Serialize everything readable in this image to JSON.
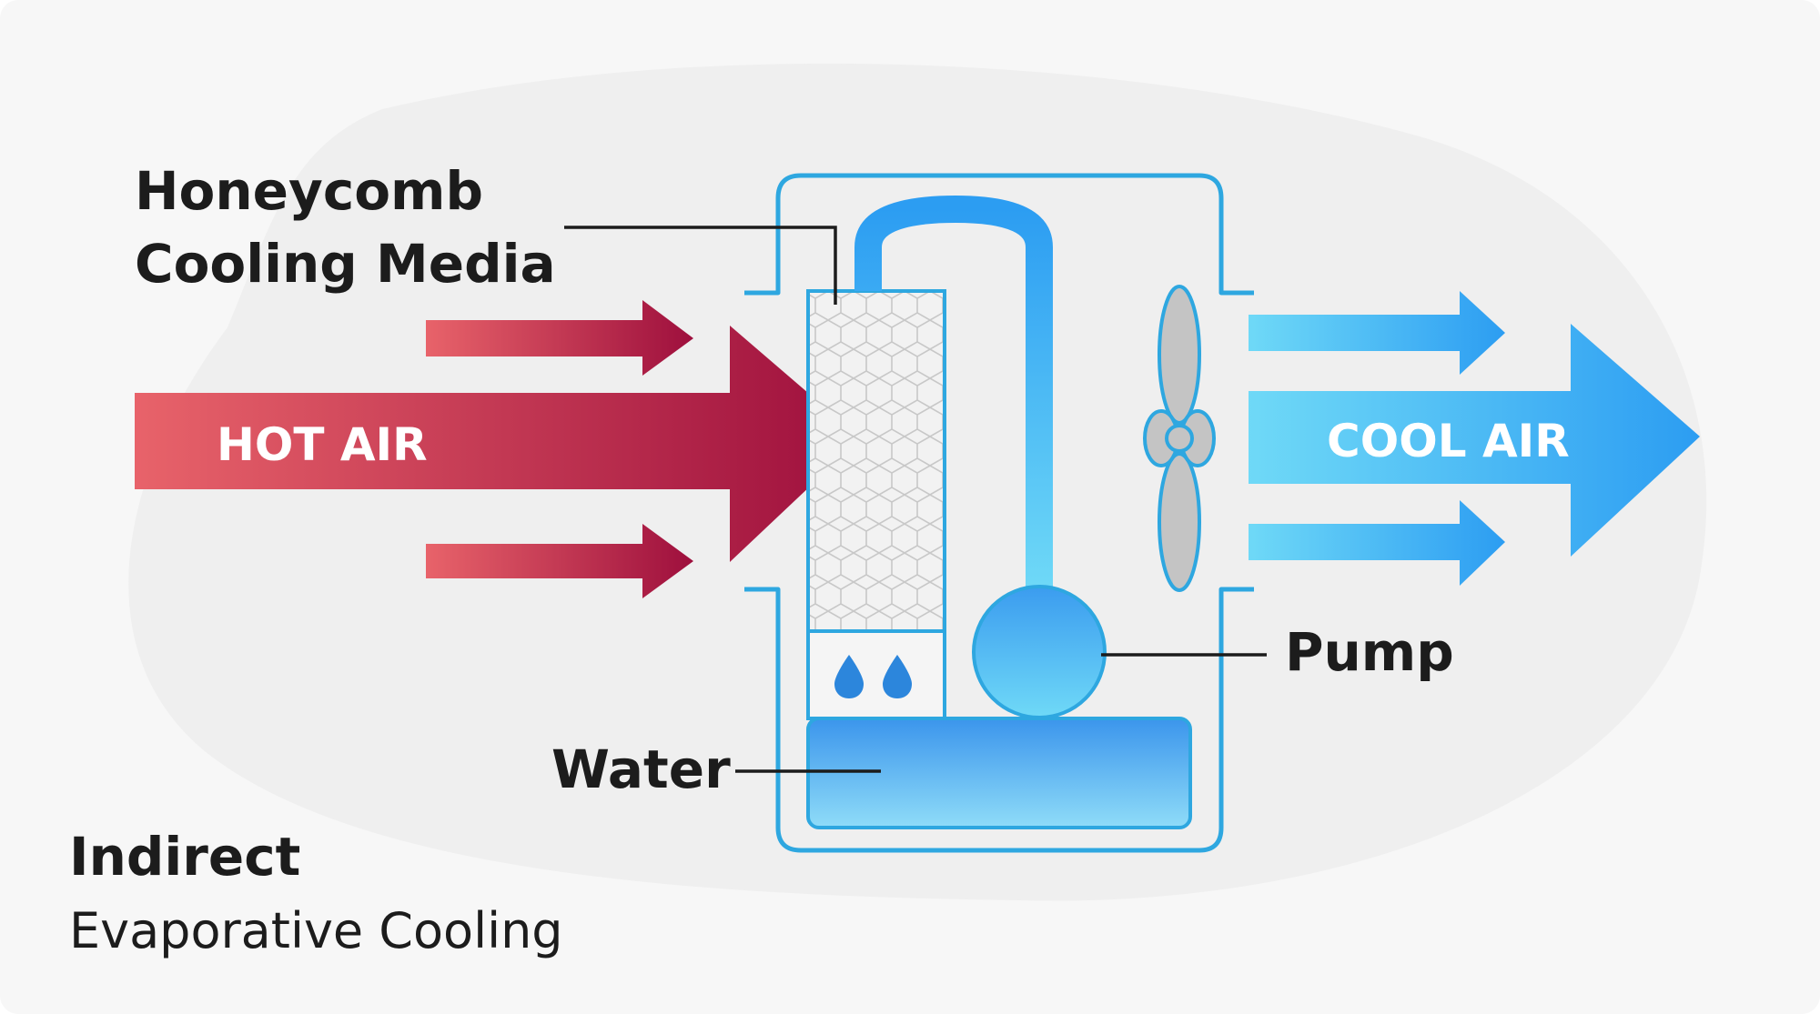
{
  "labels": {
    "media_line1": "Honeycomb",
    "media_line2": "Cooling Media",
    "hot_air": "HOT AIR",
    "cool_air": "COOL AIR",
    "pump": "Pump",
    "water": "Water",
    "title": "Indirect",
    "subtitle": "Evaporative Cooling"
  },
  "colors": {
    "background": "#f7f7f7",
    "background_blob": "#efefef",
    "hot_start": "#e8636a",
    "hot_end": "#9e0f3d",
    "cool_start": "#6fd9f7",
    "cool_end": "#2c9df2",
    "outline_blue": "#2ea7e0",
    "water_top": "#3b95ec",
    "water_bottom": "#8fdcf8",
    "fan_grey": "#c4c4c4",
    "text_dark": "#1c1c1c"
  },
  "icons": {
    "fan": "fan-icon",
    "drop": "water-drop-icon",
    "pump": "pump-icon"
  }
}
